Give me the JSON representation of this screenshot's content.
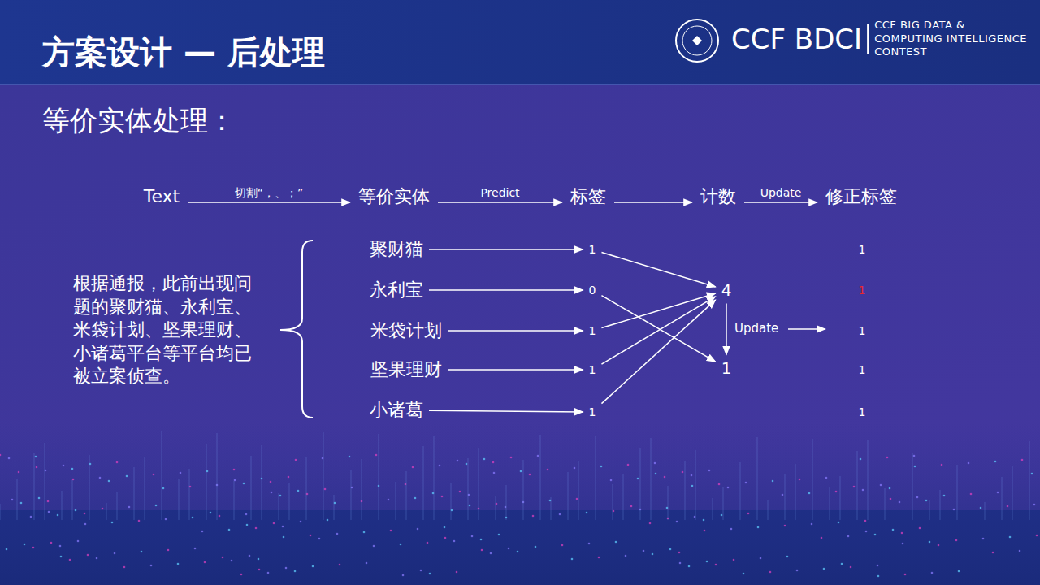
{
  "diagram": {
    "title": "方案设计 — 后处理",
    "nodes": [
      {
        "text": [
          "Text"
        ]
      },
      {
        "text": [
          "等价实体"
        ]
      },
      {
        "text": [
          "标签"
        ]
      },
      {
        "text": [
          "计数"
        ]
      },
      {
        "text": [
          "修正标签"
        ]
      },
      {
        "text": [
          "聚财猫"
        ]
      },
      {
        "text": [
          "永利宝"
        ]
      },
      {
        "text": [
          "米袋计划"
        ]
      },
      {
        "text": [
          "坚果理财"
        ]
      },
      {
        "text": [
          "小诸葛"
        ]
      },
      {
        "text": [
          "1"
        ]
      },
      {
        "text": [
          "0"
        ]
      },
      {
        "text": [
          "1"
        ]
      },
      {
        "text": [
          "1"
        ]
      },
      {
        "text": [
          "1"
        ]
      },
      {
        "text": [
          "4"
        ]
      },
      {
        "text": [
          "1"
        ]
      },
      {
        "text": [
          "1"
        ]
      },
      {
        "text": [
          "1"
        ]
      },
      {
        "text": [
          "1"
        ]
      },
      {
        "text": [
          "1"
        ]
      },
      {
        "text": [
          "1"
        ]
      }
    ],
    "edges": [
      {
        "from": 0,
        "to": 1,
        "label": "切割“，、；”",
        "arrow": "to"
      },
      {
        "from": 1,
        "to": 2,
        "label": "Predict",
        "arrow": "to"
      },
      {
        "from": 2,
        "to": 3,
        "arrow": "to"
      },
      {
        "from": 3,
        "to": 4,
        "label": "Update",
        "arrow": "to"
      },
      {
        "from": 5,
        "to": 10,
        "arrow": "to"
      },
      {
        "from": 6,
        "to": 11,
        "arrow": "to"
      },
      {
        "from": 7,
        "to": 12,
        "arrow": "to"
      },
      {
        "from": 8,
        "to": 13,
        "arrow": "to"
      },
      {
        "from": 9,
        "to": 14,
        "arrow": "to"
      },
      {
        "from": 10,
        "to": 15,
        "arrow": "to"
      },
      {
        "from": 12,
        "to": 15,
        "arrow": "to"
      },
      {
        "from": 13,
        "to": 15,
        "arrow": "to"
      },
      {
        "from": 14,
        "to": 15,
        "arrow": "to"
      },
      {
        "from": 11,
        "to": 16,
        "arrow": "to"
      },
      {
        "from": 15,
        "to": 16,
        "label": "Update",
        "arrow": "to"
      }
    ],
    "labels": [
      "等价实体处理：",
      "根据通报，此前出现问题的聚财猫、永利宝、米袋计划、坚果理财、小诸葛平台等平台均已被立案侦查。",
      "CCF BDCI",
      "CCF BIG DATA & COMPUTING INTELLIGENCE CONTEST"
    ]
  }
}
